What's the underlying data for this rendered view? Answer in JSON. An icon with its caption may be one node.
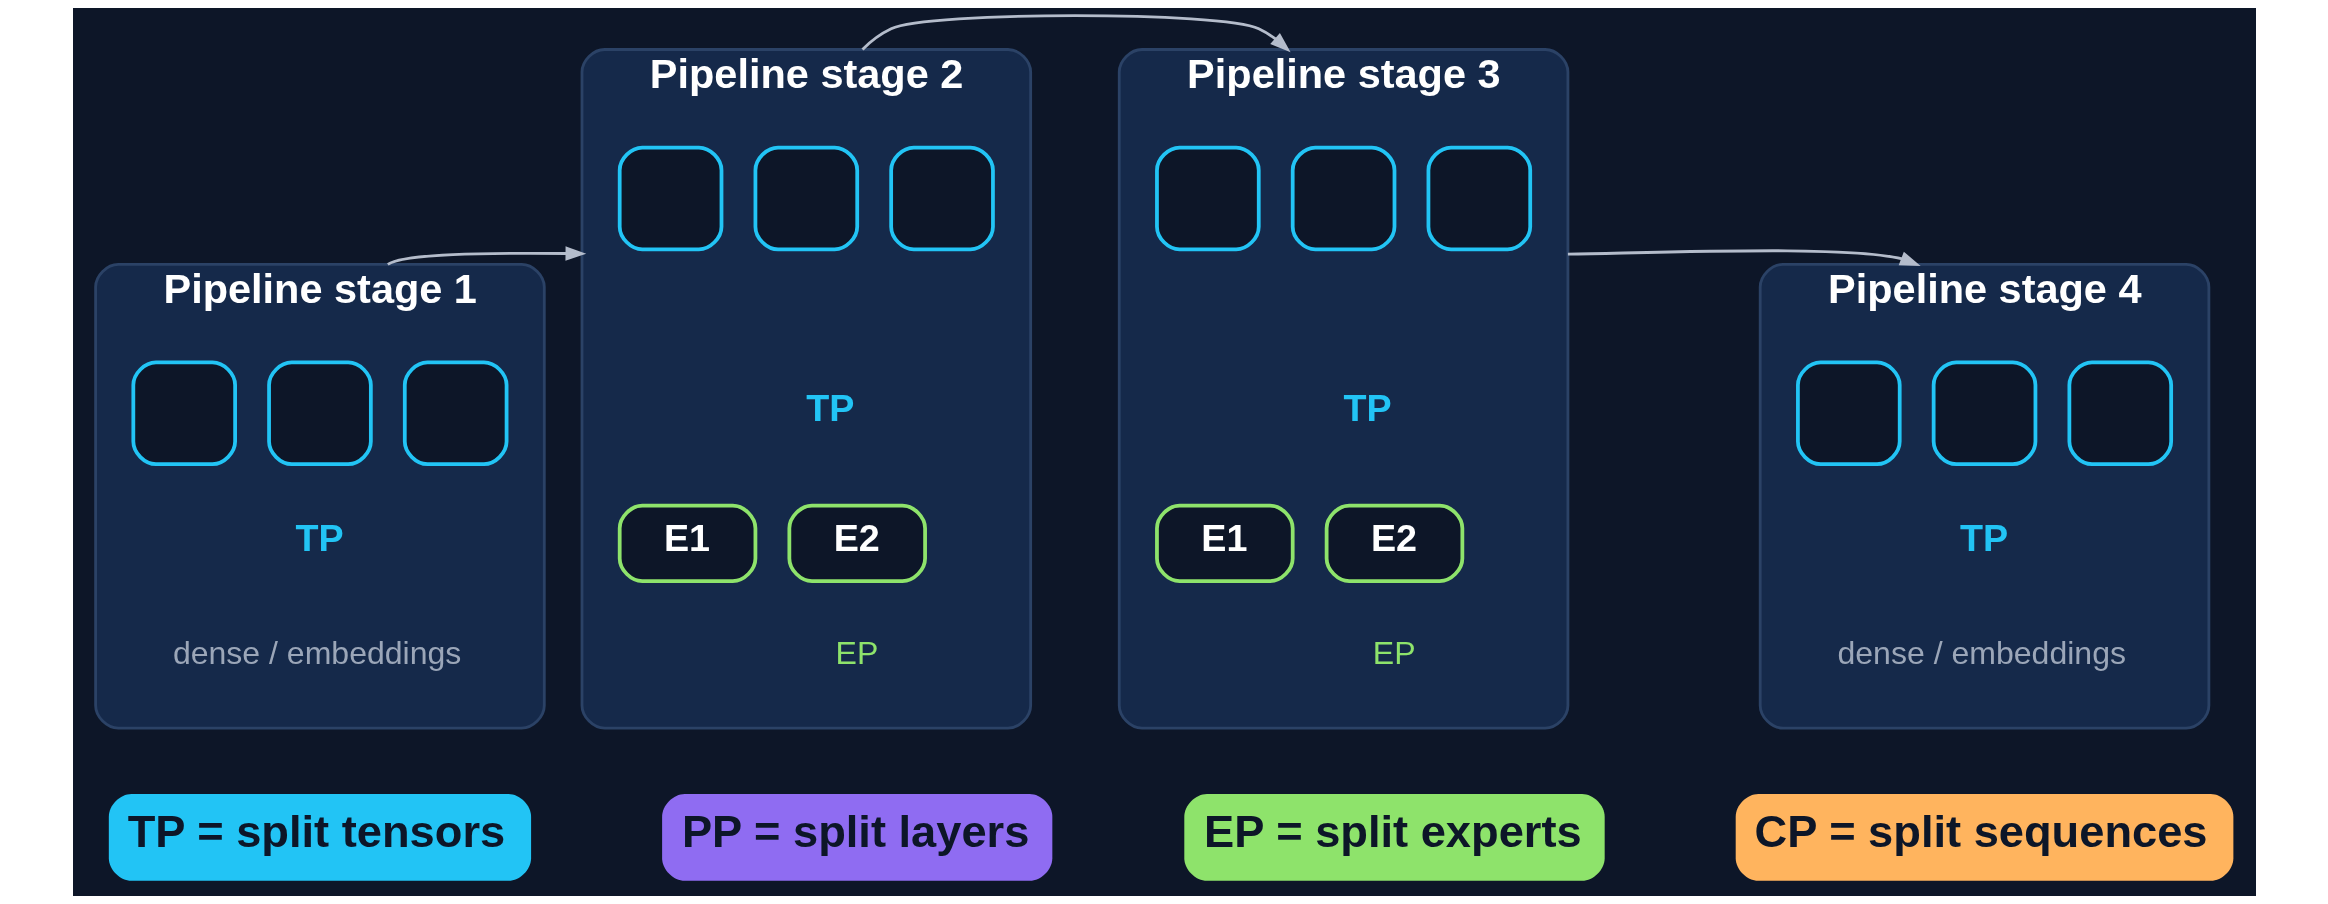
{
  "diagram": {
    "nodes": [
      {
        "text": [
          "Pipeline stage 1",
          "TP",
          "dense / embeddings"
        ]
      },
      {
        "text": [],
        "shape": "box",
        "in": 0
      },
      {
        "text": [],
        "shape": "box",
        "in": 0
      },
      {
        "text": [],
        "shape": "box",
        "in": 0
      },
      {
        "text": [
          "Pipeline stage 2",
          "TP",
          "EP"
        ]
      },
      {
        "text": [],
        "shape": "box",
        "in": 4
      },
      {
        "text": [],
        "shape": "box",
        "in": 4
      },
      {
        "text": [],
        "shape": "box",
        "in": 4
      },
      {
        "text": [
          "E1"
        ],
        "in": 4
      },
      {
        "text": [
          "E2"
        ],
        "in": 4
      },
      {
        "text": [
          "Pipeline stage 3",
          "TP",
          "EP"
        ]
      },
      {
        "text": [],
        "shape": "box",
        "in": 10
      },
      {
        "text": [],
        "shape": "box",
        "in": 10
      },
      {
        "text": [],
        "shape": "box",
        "in": 10
      },
      {
        "text": [
          "E1"
        ],
        "in": 10
      },
      {
        "text": [
          "E2"
        ],
        "in": 10
      },
      {
        "text": [
          "Pipeline stage 4",
          "TP",
          "dense / embeddings"
        ]
      },
      {
        "text": [],
        "shape": "box",
        "in": 16
      },
      {
        "text": [],
        "shape": "box",
        "in": 16
      },
      {
        "text": [],
        "shape": "box",
        "in": 16
      }
    ],
    "edges": [
      {
        "from": 0,
        "to": 4,
        "arrow": "to"
      },
      {
        "from": 4,
        "to": 10,
        "arrow": "to"
      },
      {
        "from": 10,
        "to": 16,
        "arrow": "to"
      }
    ],
    "legend": [
      {
        "text": "TP = split tensors",
        "color": "#22c4f5"
      },
      {
        "text": "PP = split layers",
        "color": "#8f6cf2"
      },
      {
        "text": "EP = split experts",
        "color": "#8ee36b"
      },
      {
        "text": "CP = split sequences",
        "color": "#ffb45e"
      }
    ]
  }
}
